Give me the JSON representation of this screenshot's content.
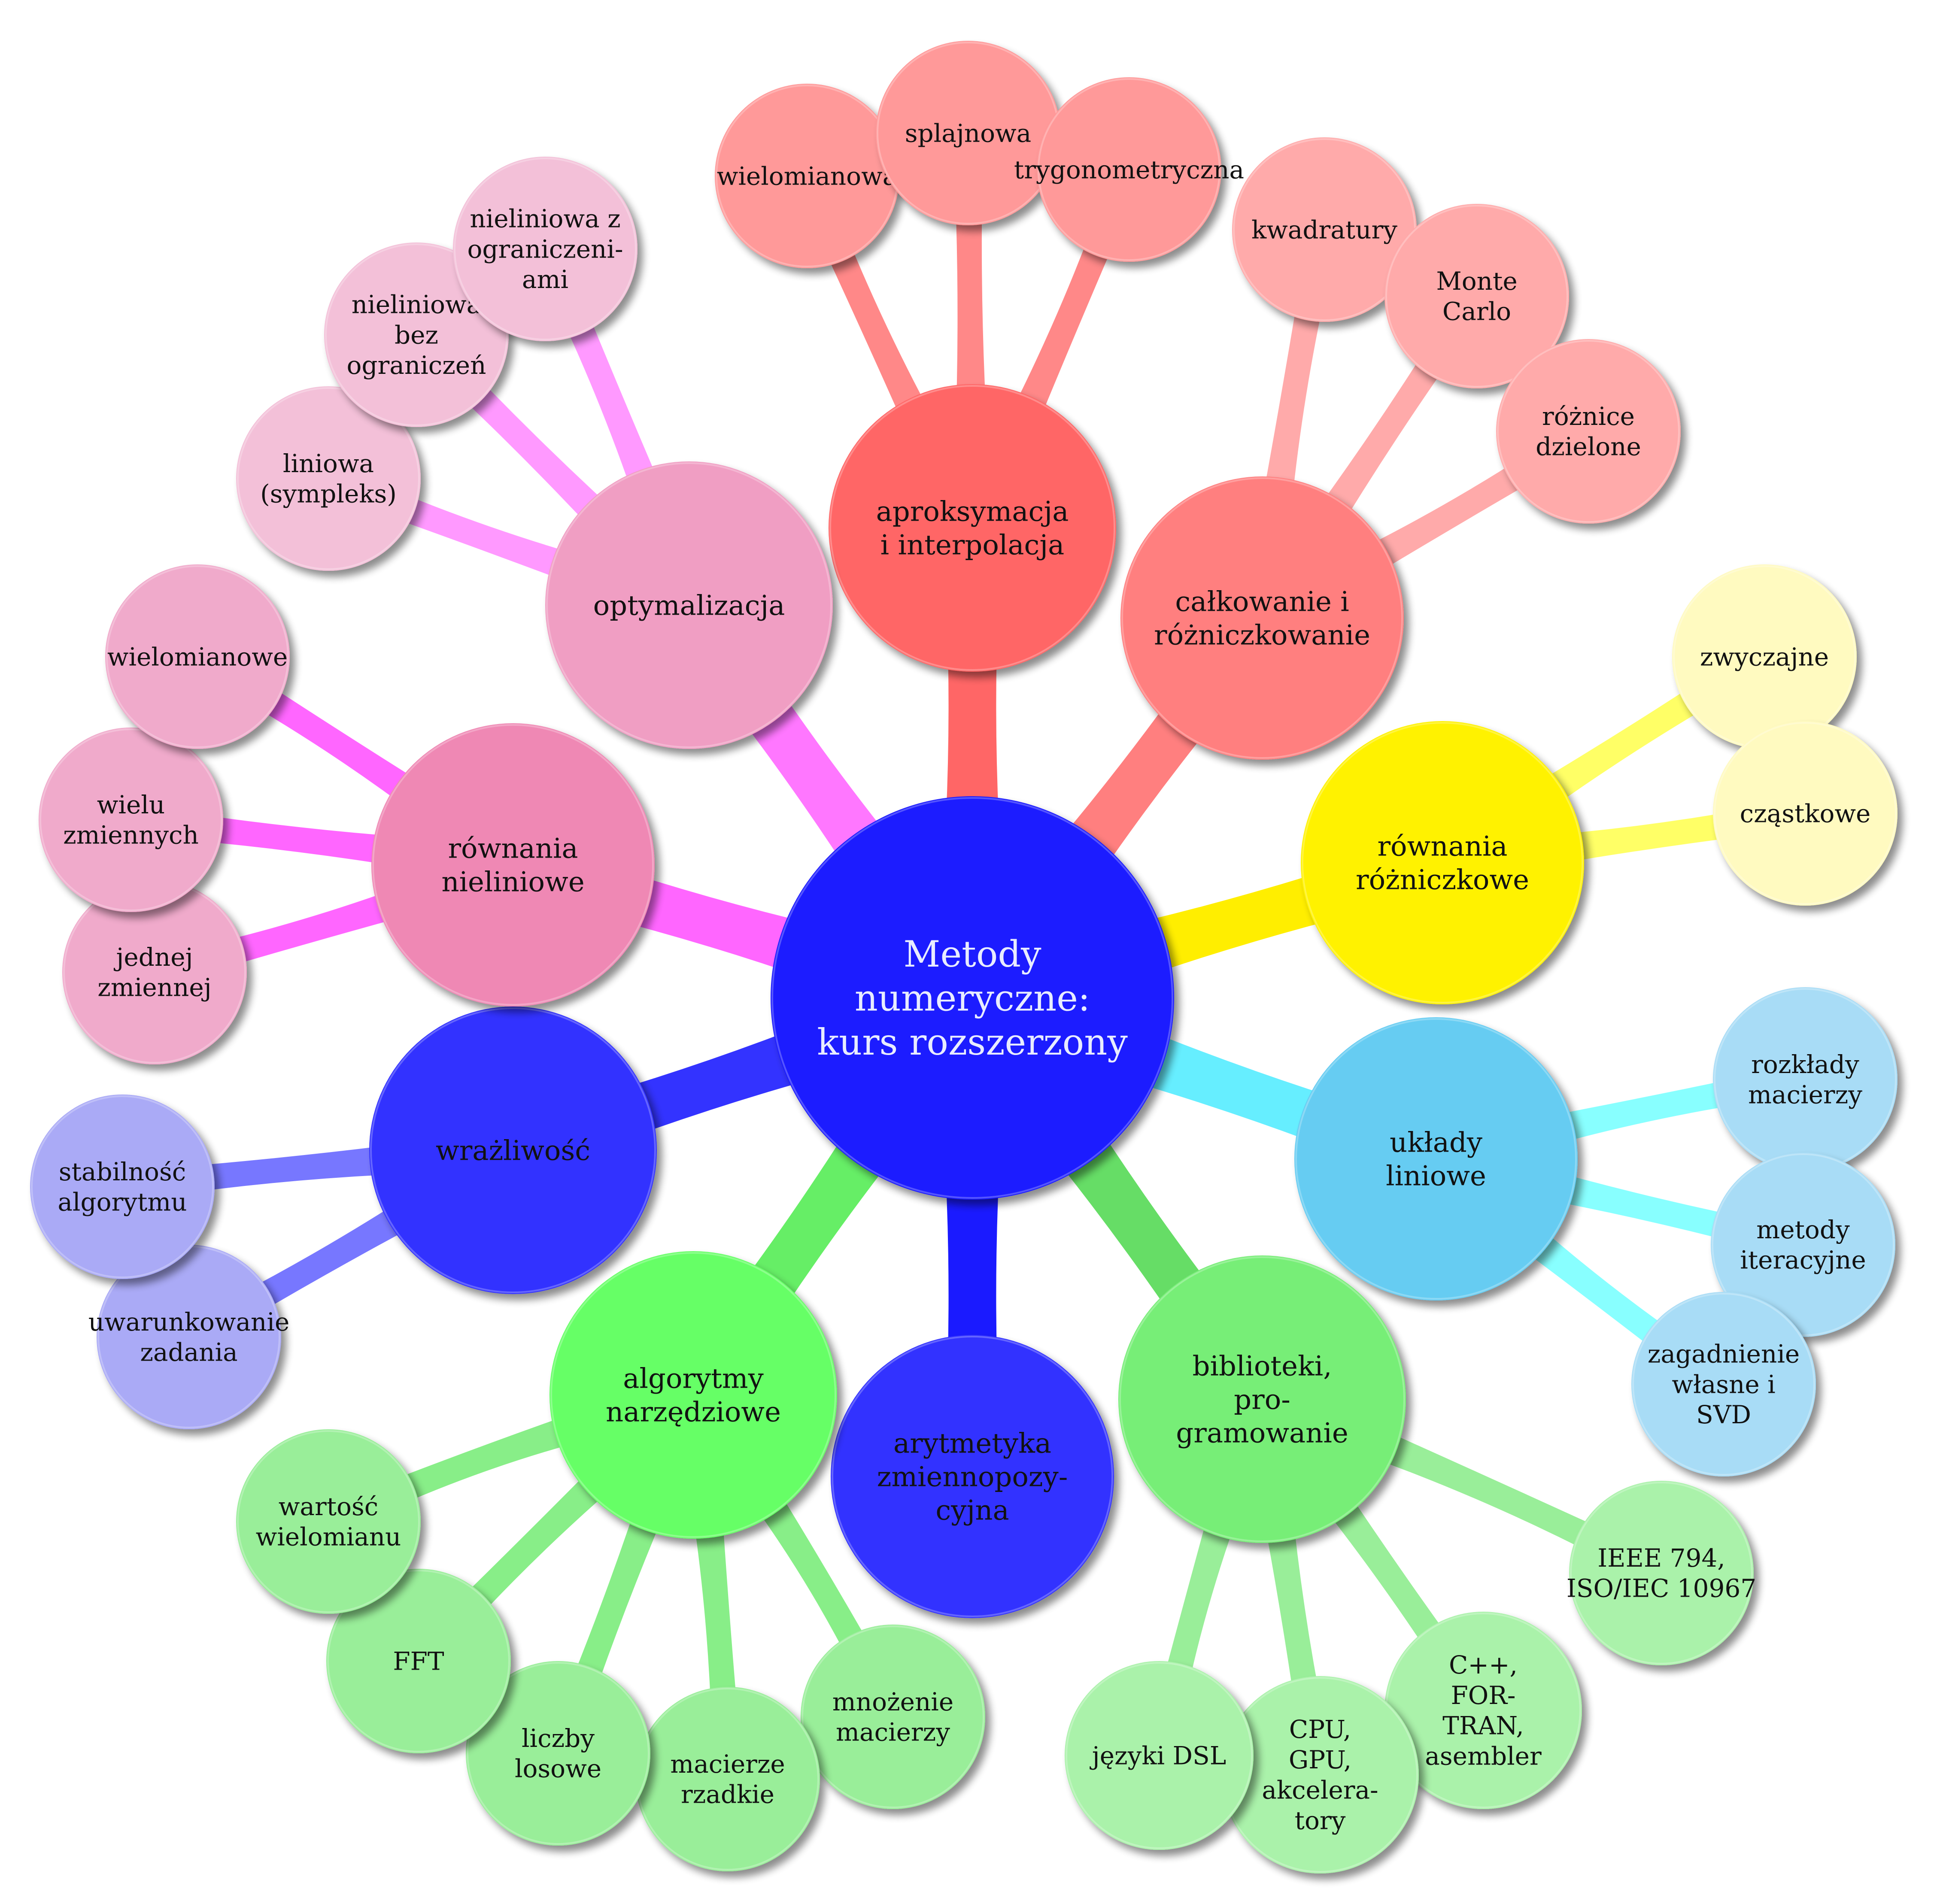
{
  "center": {
    "lines": [
      "Metody",
      "numeryczne:",
      "kurs rozszerzony"
    ],
    "color": "#1a1aff",
    "text_color": "#e8ecff"
  },
  "branches": [
    {
      "id": "aproksymacja",
      "lines": [
        "aproksymacja",
        "i interpolacja"
      ],
      "color": "#ff6666",
      "leaf_color": "#ff9999",
      "leaves": [
        {
          "id": "wielomianowa",
          "lines": [
            "wielomianowa"
          ]
        },
        {
          "id": "splajnowa",
          "lines": [
            "splajnowa"
          ]
        },
        {
          "id": "trygonometryczna",
          "lines": [
            "trygonometryczna"
          ]
        }
      ]
    },
    {
      "id": "calkowanie",
      "lines": [
        "całkowanie i",
        "różniczkowanie"
      ],
      "color": "#ff7f7f",
      "leaf_color": "#ffaaaa",
      "leaves": [
        {
          "id": "kwadratury",
          "lines": [
            "kwadratury"
          ]
        },
        {
          "id": "monte-carlo",
          "lines": [
            "Monte",
            "Carlo"
          ]
        },
        {
          "id": "roznice-dzielone",
          "lines": [
            "różnice",
            "dzielone"
          ]
        }
      ]
    },
    {
      "id": "rownania-rozniczkowe",
      "lines": [
        "równania",
        "różniczkowe"
      ],
      "color": "#fff200",
      "leaf_color": "#fffac0",
      "leaves": [
        {
          "id": "zwyczajne",
          "lines": [
            "zwyczajne"
          ]
        },
        {
          "id": "czastkowe",
          "lines": [
            "cząstkowe"
          ]
        }
      ]
    },
    {
      "id": "uklady-liniowe",
      "lines": [
        "układy",
        "liniowe"
      ],
      "color": "#66ccf2",
      "leaf_color": "#a8dcf6",
      "leaves": [
        {
          "id": "rozklady-macierzy",
          "lines": [
            "rozkłady",
            "macierzy"
          ]
        },
        {
          "id": "metody-iteracyjne",
          "lines": [
            "metody",
            "iteracyjne"
          ]
        },
        {
          "id": "zagadnienie-wlasne",
          "lines": [
            "zagadnienie",
            "własne i",
            "SVD"
          ]
        }
      ]
    },
    {
      "id": "biblioteki",
      "lines": [
        "biblioteki,",
        "pro-",
        "gramowanie"
      ],
      "color": "#77ee77",
      "leaf_color": "#aaf2aa",
      "leaves": [
        {
          "id": "ieee",
          "lines": [
            "IEEE 794,",
            "ISO/IEC 10967"
          ]
        },
        {
          "id": "cpp-fortran",
          "lines": [
            "C++,",
            "FOR-",
            "TRAN,",
            "asembler"
          ]
        },
        {
          "id": "cpu-gpu",
          "lines": [
            "CPU,",
            "GPU,",
            "akcelera-",
            "tory"
          ]
        },
        {
          "id": "jezyki-dsl",
          "lines": [
            "języki DSL"
          ]
        }
      ]
    },
    {
      "id": "arytmetyka",
      "lines": [
        "arytmetyka",
        "zmiennopozy-",
        "cyjna"
      ],
      "color": "#3333ff",
      "text_color": "#dfe4ff",
      "leaf_color": "#3333ff",
      "leaves": []
    },
    {
      "id": "algorytmy",
      "lines": [
        "algorytmy",
        "narzędziowe"
      ],
      "color": "#66ff66",
      "leaf_color": "#99ee99",
      "leaves": [
        {
          "id": "mnozenie-macierzy",
          "lines": [
            "mnożenie",
            "macierzy"
          ]
        },
        {
          "id": "macierze-rzadkie",
          "lines": [
            "macierze",
            "rzadkie"
          ]
        },
        {
          "id": "liczby-losowe",
          "lines": [
            "liczby",
            "losowe"
          ]
        },
        {
          "id": "fft",
          "lines": [
            "FFT"
          ]
        },
        {
          "id": "wartosc-wielomianu",
          "lines": [
            "wartość",
            "wielomianu"
          ]
        }
      ]
    },
    {
      "id": "wrazliwosc",
      "lines": [
        "wrażliwość"
      ],
      "color": "#3333ff",
      "text_color": "#dfe4ff",
      "leaf_color": "#aaaaf6",
      "leaves": [
        {
          "id": "uwarunkowanie",
          "lines": [
            "uwarunkowanie",
            "zadania"
          ]
        },
        {
          "id": "stabilnosc",
          "lines": [
            "stabilność",
            "algorytmu"
          ]
        }
      ]
    },
    {
      "id": "rownania-nieliniowe",
      "lines": [
        "równania",
        "nieliniowe"
      ],
      "color": "#ef88b4",
      "leaf_color": "#f0aacb",
      "leaves": [
        {
          "id": "jednej-zmiennej",
          "lines": [
            "jednej",
            "zmiennej"
          ]
        },
        {
          "id": "wielu-zmiennych",
          "lines": [
            "wielu",
            "zmiennych"
          ]
        },
        {
          "id": "wielomianowe",
          "lines": [
            "wielomianowe"
          ]
        }
      ]
    },
    {
      "id": "optymalizacja",
      "lines": [
        "optymalizacja"
      ],
      "color": "#f09ec3",
      "leaf_color": "#f3c0d8",
      "leaves": [
        {
          "id": "liniowa-sympleks",
          "lines": [
            "liniowa",
            "(sympleks)"
          ]
        },
        {
          "id": "nieliniowa-bez",
          "lines": [
            "nieliniowa",
            "bez",
            "ograniczeń"
          ]
        },
        {
          "id": "nieliniowa-z",
          "lines": [
            "nieliniowa z",
            "ograniczeni-",
            "ami"
          ]
        }
      ]
    }
  ],
  "connectors": {
    "aproksymacja": "#ff6666",
    "calkowanie": "#ff7f7f",
    "rownania-rozniczkowe": "#ffee00",
    "uklady-liniowe": "#66eeff",
    "biblioteki": "#66dd66",
    "arytmetyka": "#1a1aff",
    "algorytmy": "#66ee66",
    "wrazliwosc": "#3333ff",
    "rownania-nieliniowe": "#ff66ff",
    "optymalizacja": "#ff77ff",
    "uklady-liniowe-leaves": "#88ffff",
    "rownania-rozniczkowe-leaves": "#ffff66",
    "rownania-nieliniowe-leaves": "#ff66ff",
    "optymalizacja-leaves": "#ff99ff",
    "wrazliwosc-leaves": "#7777ff",
    "biblioteki-leaves": "#99ee99",
    "algorytmy-leaves": "#88ee88",
    "aproksymacja-leaves": "#ff8888",
    "calkowanie-leaves": "#ffaaaa"
  }
}
